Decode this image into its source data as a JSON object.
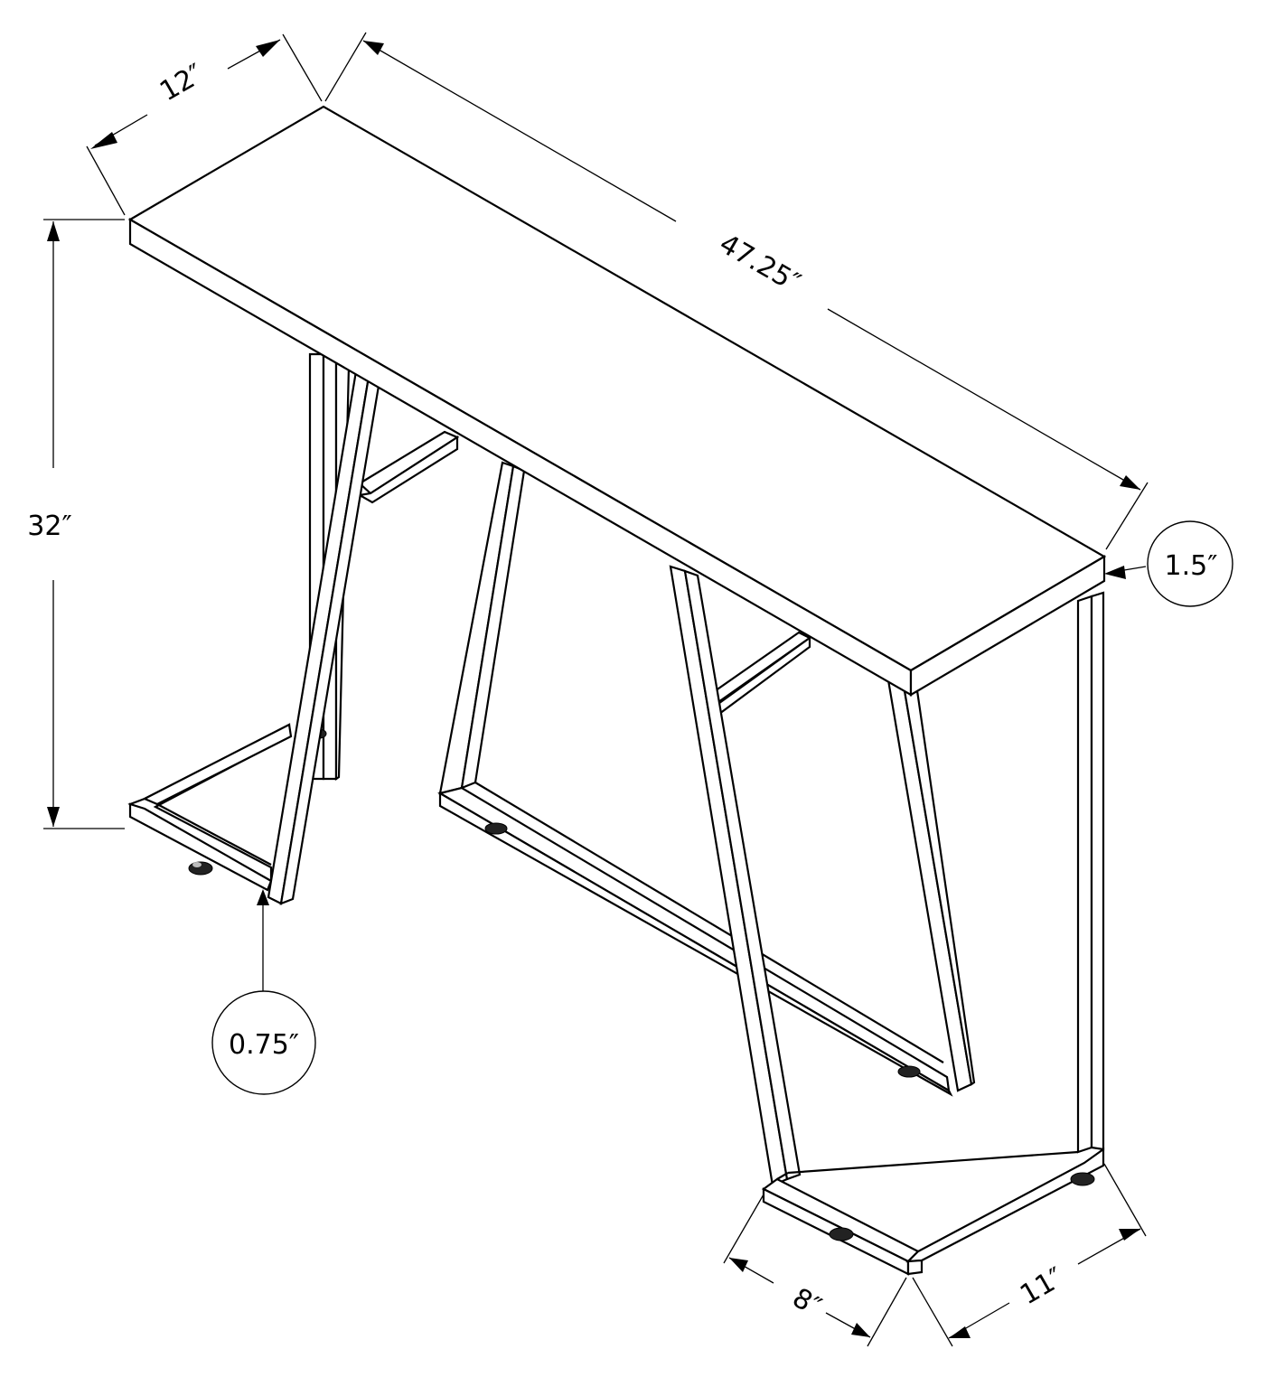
{
  "diagram": {
    "subject": "console table dimension drawing",
    "colors": {
      "line": "#000000",
      "background": "#ffffff"
    },
    "dimensions": {
      "depth": "12″",
      "width": "47.25″",
      "height": "32″",
      "top_thickness": "1.5″",
      "tube_thickness": "0.75″",
      "base_left_run": "8″",
      "base_right_run": "11″"
    }
  }
}
